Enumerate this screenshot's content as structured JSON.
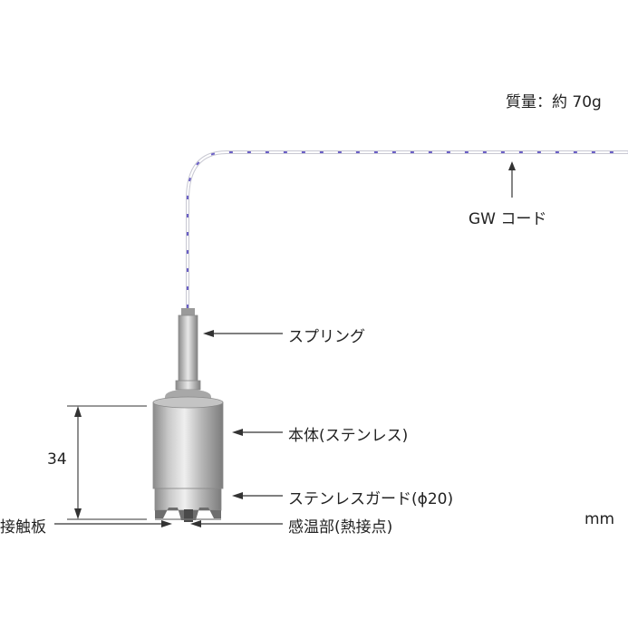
{
  "weight_label": "質量：約 70g",
  "labels": {
    "cord": "GW コード",
    "spring": "スプリング",
    "body": "本体(ステンレス)",
    "guard": "ステンレスガード(ϕ20)",
    "sensor": "感温部(熱接点)",
    "contact_plate": "接触板",
    "dimension_value": "34",
    "unit": "mm"
  },
  "colors": {
    "cord_stripe": "#6a5fc6",
    "metal_dark": "#8e8e8e",
    "metal_light": "#e4e4e4",
    "line": "#333333"
  }
}
